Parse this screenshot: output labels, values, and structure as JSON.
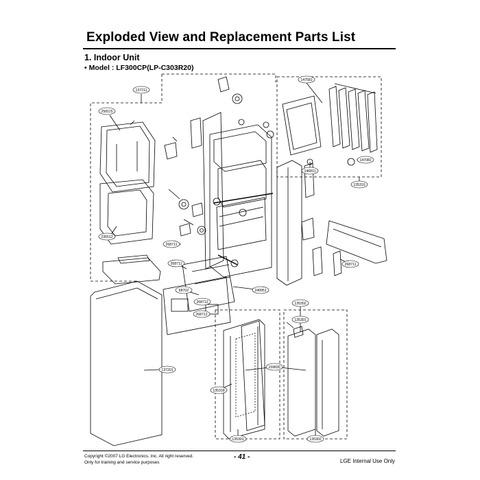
{
  "header": {
    "title": "Exploded View and Replacement Parts List",
    "section": "1. Indoor Unit",
    "model": "• Model : LF300CP(LP-C303R20)"
  },
  "callouts": [
    {
      "key": "c137211",
      "label": "137211"
    },
    {
      "key": "c258115",
      "label": "258115"
    },
    {
      "key": "c147581",
      "label": "147581"
    },
    {
      "key": "c147082",
      "label": "147082"
    },
    {
      "key": "c146811",
      "label": "146811"
    },
    {
      "key": "c135310",
      "label": "135310"
    },
    {
      "key": "c235512",
      "label": "235512"
    },
    {
      "key": "c268711a",
      "label": "268711"
    },
    {
      "key": "c268711b",
      "label": "268711"
    },
    {
      "key": "c268711c",
      "label": "268711"
    },
    {
      "key": "c268712",
      "label": "268712"
    },
    {
      "key": "c6870z",
      "label": "6870Z"
    },
    {
      "key": "c249951",
      "label": "249951"
    },
    {
      "key": "c137201",
      "label": "137201"
    },
    {
      "key": "c135318",
      "label": "135318"
    },
    {
      "key": "c135302",
      "label": "135302"
    },
    {
      "key": "c135301a",
      "label": "135301"
    },
    {
      "key": "c159830",
      "label": "159830"
    },
    {
      "key": "c135302b",
      "label": "135302"
    },
    {
      "key": "c135301b",
      "label": "135301"
    }
  ],
  "footer": {
    "copyright_line1": "Copyright ©2007 LG Electronics. Inc. All right reserved.",
    "copyright_line2": "Only for training and service purposes",
    "page_number": "- 41 -",
    "internal_use": "LGE Internal Use Only"
  }
}
